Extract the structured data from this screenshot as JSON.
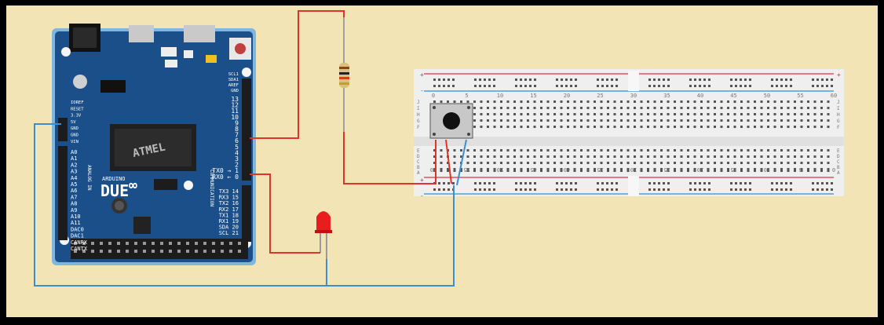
{
  "colors": {
    "frame": "#000000",
    "background": "#f2e4b4",
    "board_blue": "#1b4f8a",
    "board_dark": "#0d2f57",
    "board_edge": "#7fb6e0",
    "wire_red": "#e0332b",
    "wire_blue": "#3b8fd1",
    "breadboard": "#efefef",
    "breadboard_rail_red": "#e05060",
    "breadboard_rail_blue": "#4aa0d8",
    "led_red": "#e81e1e",
    "header_black": "#1c1c1c"
  },
  "arduino": {
    "brand": "ARDUINO",
    "model": "DUE",
    "chip": "ATMEL",
    "left_labels": [
      "IOREF",
      "RESET",
      "3.3V",
      "5V",
      "GND",
      "GND",
      "VIN"
    ],
    "analog_labels": [
      "A0",
      "A1",
      "A2",
      "A3",
      "A4",
      "A5",
      "A6",
      "A7",
      "A8",
      "A9",
      "A10",
      "A11",
      "DAC0",
      "DAC1",
      "CANRX",
      "CANTX"
    ],
    "top_right_labels": [
      "SCL1",
      "SDA1",
      "AREF",
      "GND"
    ],
    "digital_labels": [
      "13",
      "12",
      "11",
      "10",
      "9",
      "8",
      "7",
      "6",
      "5",
      "4",
      "3",
      "2",
      "TX0 → 1",
      "RX0 ← 0"
    ],
    "comm_labels": [
      "TX3 14",
      "RX3 15",
      "TX2 16",
      "RX2 17",
      "TX1 18",
      "RX1 19",
      "SDA 20",
      "SCL 21"
    ],
    "side_text_analog": "ANALOG IN",
    "side_text_comm": "COMMUNICATION"
  },
  "breadboard": {
    "top_numbers": [
      "0",
      "5",
      "10",
      "15",
      "20",
      "25",
      "30",
      "35",
      "40",
      "45",
      "50",
      "55",
      "60"
    ],
    "bottom_numbers": [
      "60",
      "55",
      "50",
      "45",
      "40",
      "35",
      "30",
      "25",
      "20",
      "15",
      "10",
      "5",
      "0"
    ],
    "row_letters_top": [
      "J",
      "I",
      "H",
      "G",
      "F"
    ],
    "row_letters_bottom": [
      "E",
      "D",
      "C",
      "B",
      "A"
    ],
    "rail_plus": "+",
    "rail_minus": "-"
  }
}
